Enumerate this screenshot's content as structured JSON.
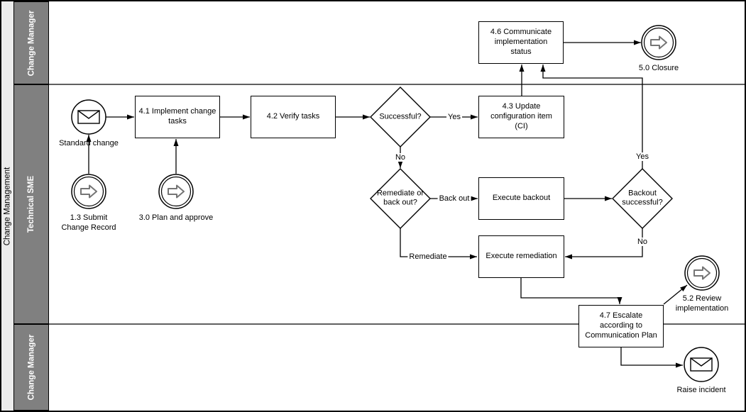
{
  "pool": {
    "label": "Change Management"
  },
  "lanes": {
    "top": "Change Manager",
    "middle": "Technical SME",
    "bottom": "Change Manager"
  },
  "tasks": {
    "implement": "4.1 Implement change tasks",
    "verify": "4.2 Verify tasks",
    "update_ci": "4.3 Update configuration item (CI)",
    "communicate": "4.6 Communicate implementation status",
    "execute_backout": "Execute backout",
    "execute_remediation": "Execute remediation",
    "escalate": "4.7 Escalate according to Communication Plan"
  },
  "gateways": {
    "successful": "Successful?",
    "remediate_or_backout": "Remediate or back out?",
    "backout_successful": "Backout successful?"
  },
  "events": {
    "standard_change": "Standard change",
    "submit_change_record": "1.3 Submit Change Record",
    "plan_and_approve": "3.0 Plan and approve",
    "closure": "5.0 Closure",
    "review_implementation": "5.2 Review implementation",
    "raise_incident": "Raise incident"
  },
  "edge_labels": {
    "successful_yes": "Yes",
    "successful_no": "No",
    "back_out": "Back out",
    "remediate": "Remediate",
    "backout_yes": "Yes",
    "backout_no": "No"
  },
  "icons": {
    "message_event": "envelope-icon",
    "link_event": "arrow-right-icon"
  },
  "colors": {
    "background": "#ffffff",
    "line": "#000000",
    "pool_header_bg": "#ececec",
    "lane_header_bg": "#808080",
    "lane_header_text": "#ffffff",
    "event_icon_stroke": "#757575"
  }
}
